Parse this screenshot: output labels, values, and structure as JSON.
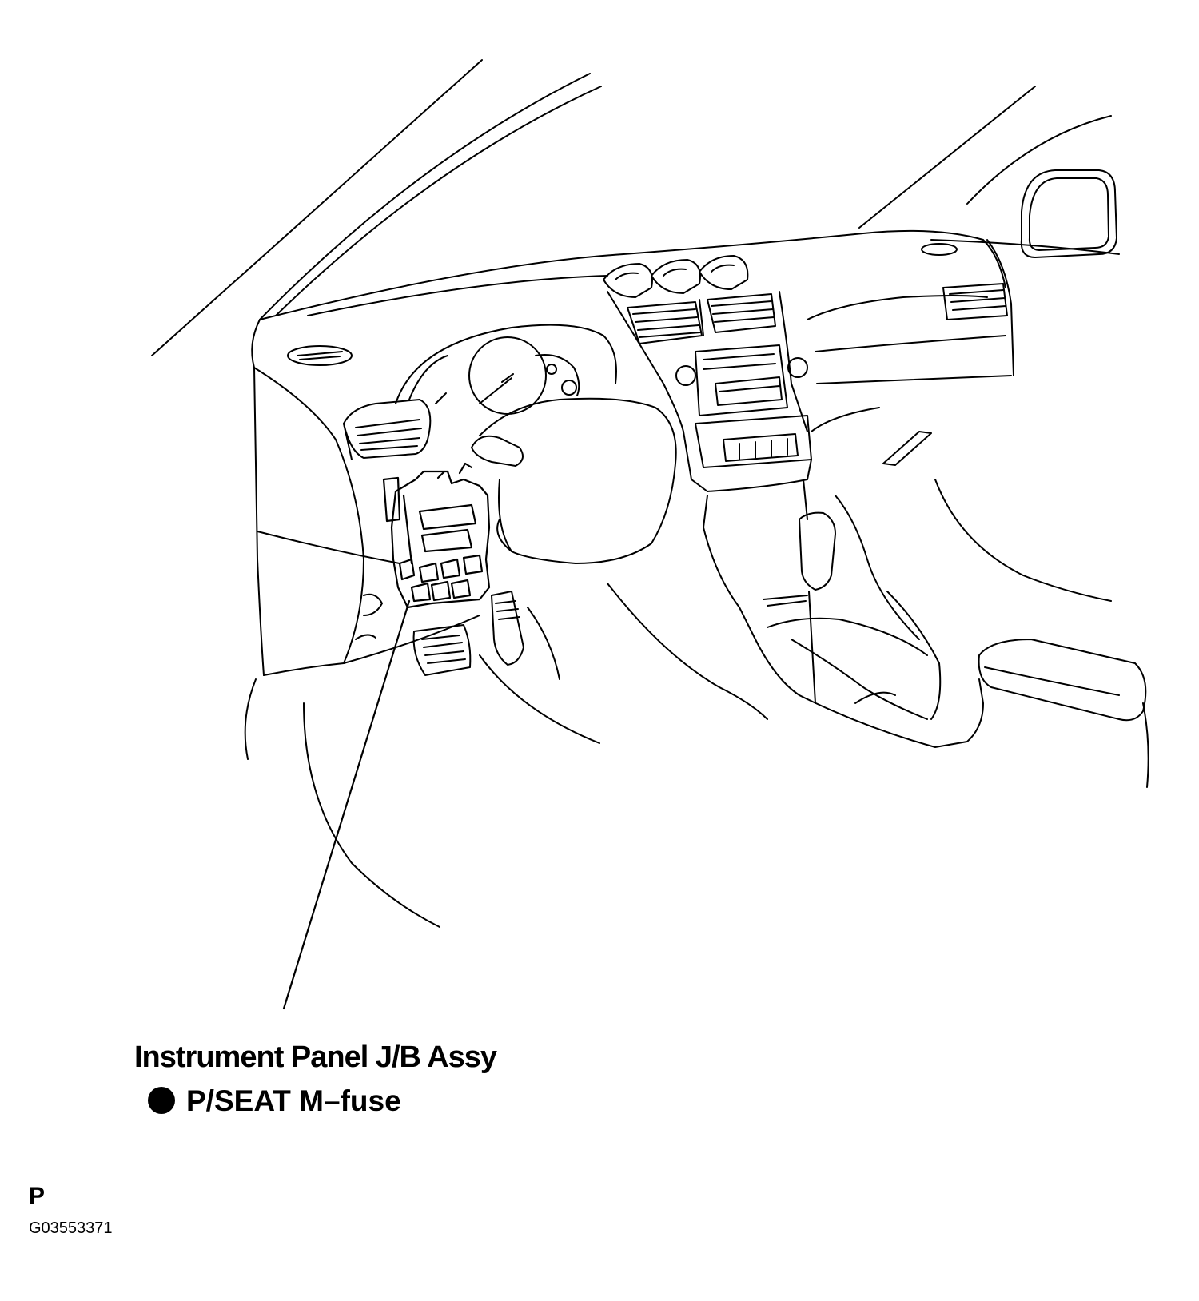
{
  "callout": {
    "component": "Instrument Panel J/B Assy",
    "item": "P/SEAT M–fuse"
  },
  "footer": {
    "section": "P",
    "figure_code": "G03553371"
  }
}
